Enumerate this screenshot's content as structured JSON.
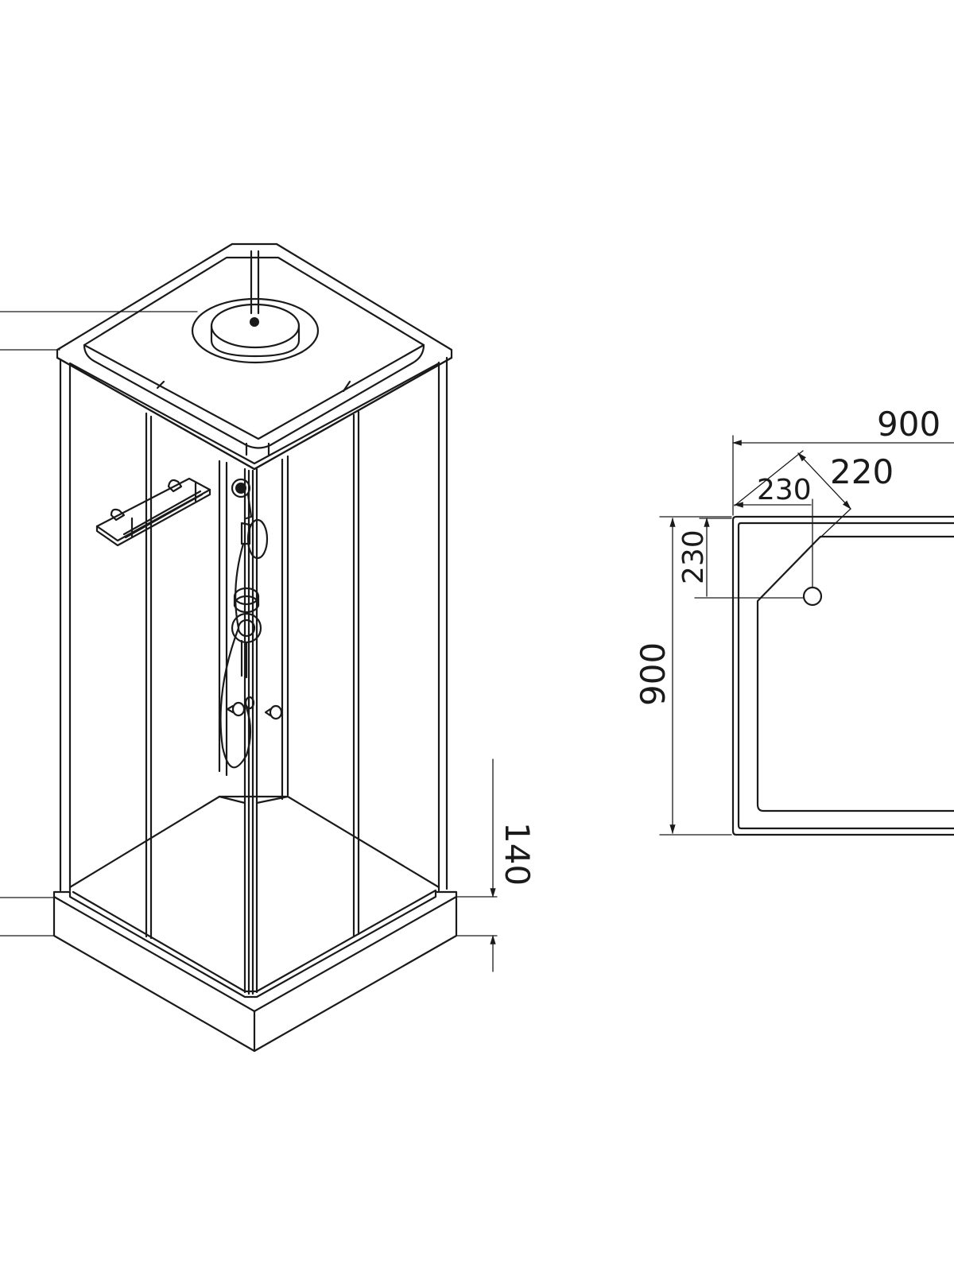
{
  "dimensions": {
    "top_width": "900",
    "drain_diagonal": "220",
    "drain_offset_x": "230",
    "drain_offset_y": "230",
    "side_depth": "900",
    "tray_height": "140"
  }
}
